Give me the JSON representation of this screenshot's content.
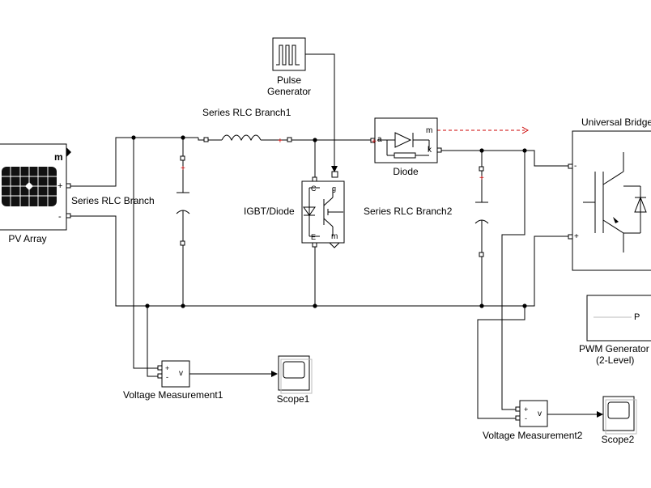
{
  "blocks": {
    "pv_array": {
      "label": "PV Array",
      "port_m": "m",
      "port_plus": "+",
      "port_minus": "-"
    },
    "series_rlc_branch": {
      "label": "Series RLC Branch"
    },
    "series_rlc_branch1": {
      "label": "Series RLC Branch1"
    },
    "series_rlc_branch2": {
      "label": "Series RLC Branch2"
    },
    "pulse_generator": {
      "label_line1": "Pulse",
      "label_line2": "Generator"
    },
    "igbt_diode": {
      "label": "IGBT/Diode",
      "port_c": "C",
      "port_g": "g",
      "port_e": "E",
      "port_m": "m"
    },
    "diode": {
      "label": "Diode",
      "port_a": "a",
      "port_k": "k",
      "port_m": "m"
    },
    "universal_bridge": {
      "label": "Universal Bridge",
      "port_plus": "+",
      "port_minus": "-"
    },
    "pwm_generator": {
      "label_line1": "PWM Generator",
      "label_line2": "(2-Level)",
      "port_p": "P"
    },
    "voltage_measurement1": {
      "label": "Voltage Measurement1",
      "port_plus": "+",
      "port_minus": "-",
      "port_v": "v"
    },
    "voltage_measurement2": {
      "label": "Voltage Measurement2",
      "port_plus": "+",
      "port_minus": "-",
      "port_v": "v"
    },
    "scope1": {
      "label": "Scope1"
    },
    "scope2": {
      "label": "Scope2"
    }
  },
  "colors": {
    "wire": "#000000",
    "signal_dashed": "#cc0000",
    "port_marker": "#cc0000",
    "pv_cell": "#111111"
  }
}
